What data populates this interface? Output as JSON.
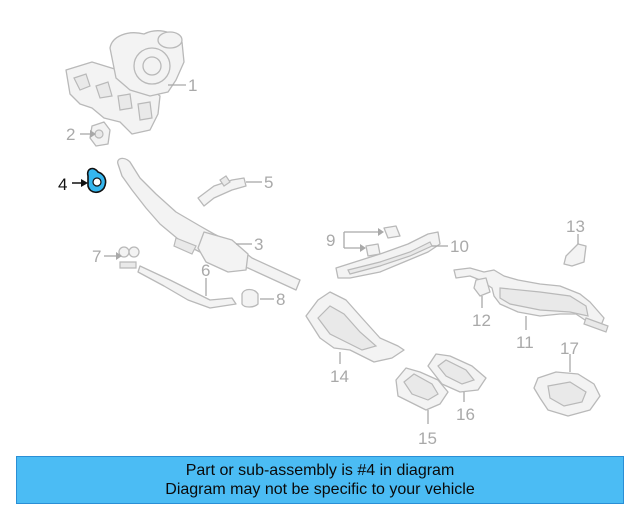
{
  "colors": {
    "banner_bg": "#4bbcf4",
    "highlight": "#35b6ee",
    "part_line": "#b9b9b9",
    "active_line": "#111111"
  },
  "diagram": {
    "highlighted_part": "4",
    "callouts": [
      {
        "id": "1",
        "label": "1"
      },
      {
        "id": "2",
        "label": "2"
      },
      {
        "id": "3",
        "label": "3"
      },
      {
        "id": "4",
        "label": "4"
      },
      {
        "id": "5",
        "label": "5"
      },
      {
        "id": "6",
        "label": "6"
      },
      {
        "id": "7",
        "label": "7"
      },
      {
        "id": "8",
        "label": "8"
      },
      {
        "id": "9",
        "label": "9"
      },
      {
        "id": "10",
        "label": "10"
      },
      {
        "id": "11",
        "label": "11"
      },
      {
        "id": "12",
        "label": "12"
      },
      {
        "id": "13",
        "label": "13"
      },
      {
        "id": "14",
        "label": "14"
      },
      {
        "id": "15",
        "label": "15"
      },
      {
        "id": "16",
        "label": "16"
      },
      {
        "id": "17",
        "label": "17"
      }
    ]
  },
  "banner": {
    "line1": "Part or sub-assembly is #4 in diagram",
    "line2": "Diagram may not be specific to your vehicle"
  }
}
